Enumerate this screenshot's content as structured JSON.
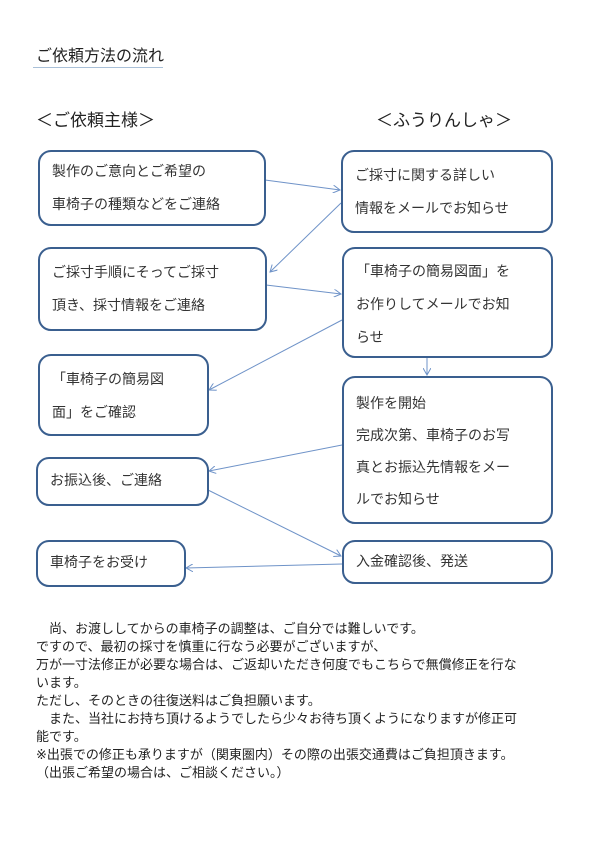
{
  "title": "ご依頼方法の流れ",
  "headers": {
    "client": "＜ご依頼主様＞",
    "company": "＜ふうりんしゃ＞"
  },
  "left": [
    {
      "lines": [
        "製作のご意向とご希望の",
        "車椅子の種類などをご連絡"
      ]
    },
    {
      "lines": [
        "ご採寸手順にそってご採寸",
        "頂き、採寸情報をご連絡"
      ]
    },
    {
      "lines": [
        "「車椅子の簡易図",
        "面」をご確認"
      ]
    },
    {
      "lines": [
        "お振込後、ご連絡"
      ]
    },
    {
      "lines": [
        "車椅子をお受け"
      ]
    }
  ],
  "right": [
    {
      "lines": [
        "ご採寸に関する詳しい",
        "情報をメールでお知らせ"
      ]
    },
    {
      "lines": [
        "「車椅子の簡易図面」を",
        "お作りしてメールでお知",
        "らせ"
      ]
    },
    {
      "lines": [
        "製作を開始",
        "完成次第、車椅子のお写",
        "真とお振込先情報をメー",
        "ルでお知らせ"
      ]
    },
    {
      "lines": [
        "入金確認後、発送"
      ]
    }
  ],
  "notes": [
    "　尚、お渡ししてからの車椅子の調整は、ご自分では難しいです。",
    "ですので、最初の採寸を慎重に行なう必要がございますが、",
    "万が一寸法修正が必要な場合は、ご返却いただき何度でもこちらで無償修正を行な",
    "います。",
    "ただし、そのときの往復送料はご負担願います。",
    "　また、当社にお持ち頂けるようでしたら少々お待ち頂くようになりますが修正可",
    "能です。",
    "※出張での修正も承りますが（関東圏内）その際の出張交通費はご負担頂きます。",
    "（出張ご希望の場合は、ご相談ください。）"
  ],
  "colors": {
    "box_border": "#3a5f8f",
    "arrow": "#6f93c8"
  }
}
